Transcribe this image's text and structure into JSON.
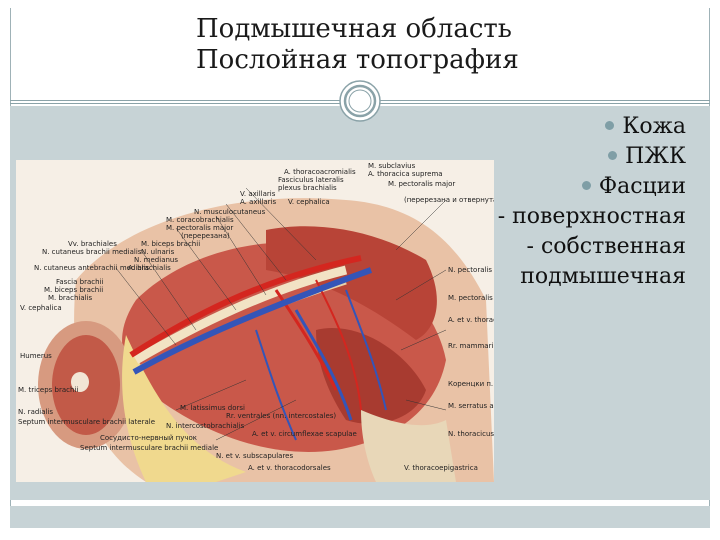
{
  "slide": {
    "title_line1": "Подмышечная область",
    "title_line2": "Послойная топография"
  },
  "bullets": [
    {
      "label": "Кожа"
    },
    {
      "label": "ПЖК"
    },
    {
      "label": "Фасции"
    }
  ],
  "sub_items": [
    {
      "label": "- поверхностная"
    },
    {
      "label": "- собственная"
    },
    {
      "label": "подмышечная"
    }
  ],
  "figure": {
    "labels": [
      "M. subclavius",
      "A. thoracoacromialis",
      "A. thoracica suprema",
      "M. pectoralis major",
      "Fasciculus lateralis",
      "(перерезана и отвернута)",
      "plexus brachialis",
      "V. axillaris",
      "A. axillaris",
      "V. cephalica",
      "N. musculocutaneus",
      "M. coracobrachialis",
      "M. pectoralis major",
      "(перерезана)",
      "Vv. brachiales",
      "M. biceps brachii",
      "N. cutaneus brachii medialis",
      "N. ulnaris",
      "N. cutaneus antebrachii medialis",
      "N. medianus",
      "A. brachialis",
      "Fascia brachii",
      "M. biceps brachii",
      "M. brachialis",
      "V. cephalica",
      "N. pectoralis lateralis",
      "M. pectoralis minor",
      "A. et v. thoracica lateralis",
      "Rr. mammarii laterales",
      "Humerus",
      "Коренцки п. medianus",
      "M. triceps brachii",
      "M. serratus anterior",
      "N. radialis",
      "M. latissimus dorsi",
      "Septum intermusculare brachii laterale",
      "N. intercostobrachialis",
      "Rr. ventrales (nn. intercostales)",
      "A. et v. circumflexae scapulae",
      "N. thoracicus longus",
      "Сосудисто-нервный пучок",
      "Septum intermusculare brachii mediale",
      "N. et v. subscapulares",
      "A. et v. thoracodorsales",
      "V. thoracoepigastrica"
    ]
  }
}
